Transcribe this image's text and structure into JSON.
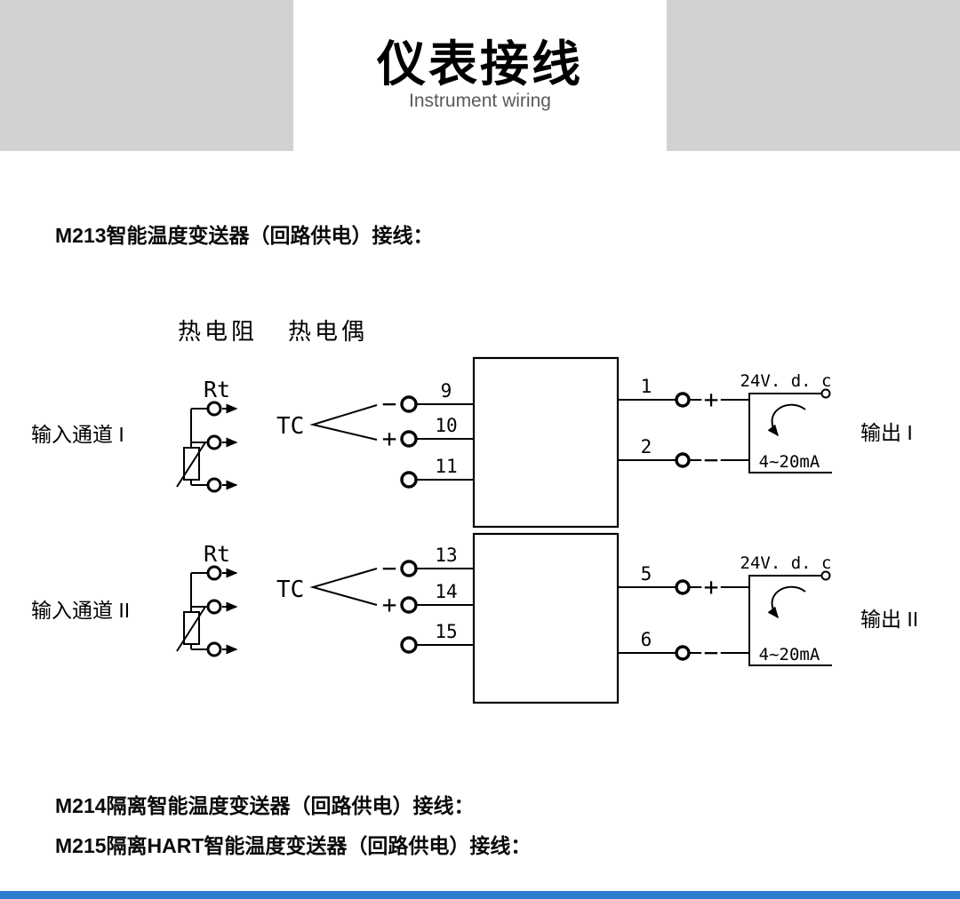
{
  "header": {
    "title": "仪表接线",
    "subtitle": "Instrument wiring"
  },
  "sections": {
    "m213": "M213智能温度变送器（回路供电）接线：",
    "m214": "M214隔离智能温度变送器（回路供电）接线：",
    "m215": "M215隔离HART智能温度变送器（回路供电）接线："
  },
  "diagram": {
    "column_labels": {
      "rtd": "热电阻",
      "thermocouple": "热电偶"
    },
    "symbols": {
      "rt": "Rt",
      "tc": "TC",
      "plus": "+",
      "minus": "−"
    },
    "supply": {
      "voltage": "24V. d. c",
      "current": "4~20mA"
    },
    "channel1": {
      "input_label": "输入通道 I",
      "left_terminals": [
        "9",
        "10",
        "11"
      ],
      "right_terminals": [
        "1",
        "2"
      ],
      "output_label": "输出 I"
    },
    "channel2": {
      "input_label": "输入通道 II",
      "left_terminals": [
        "13",
        "14",
        "15"
      ],
      "right_terminals": [
        "5",
        "6"
      ],
      "output_label": "输出 II"
    }
  }
}
